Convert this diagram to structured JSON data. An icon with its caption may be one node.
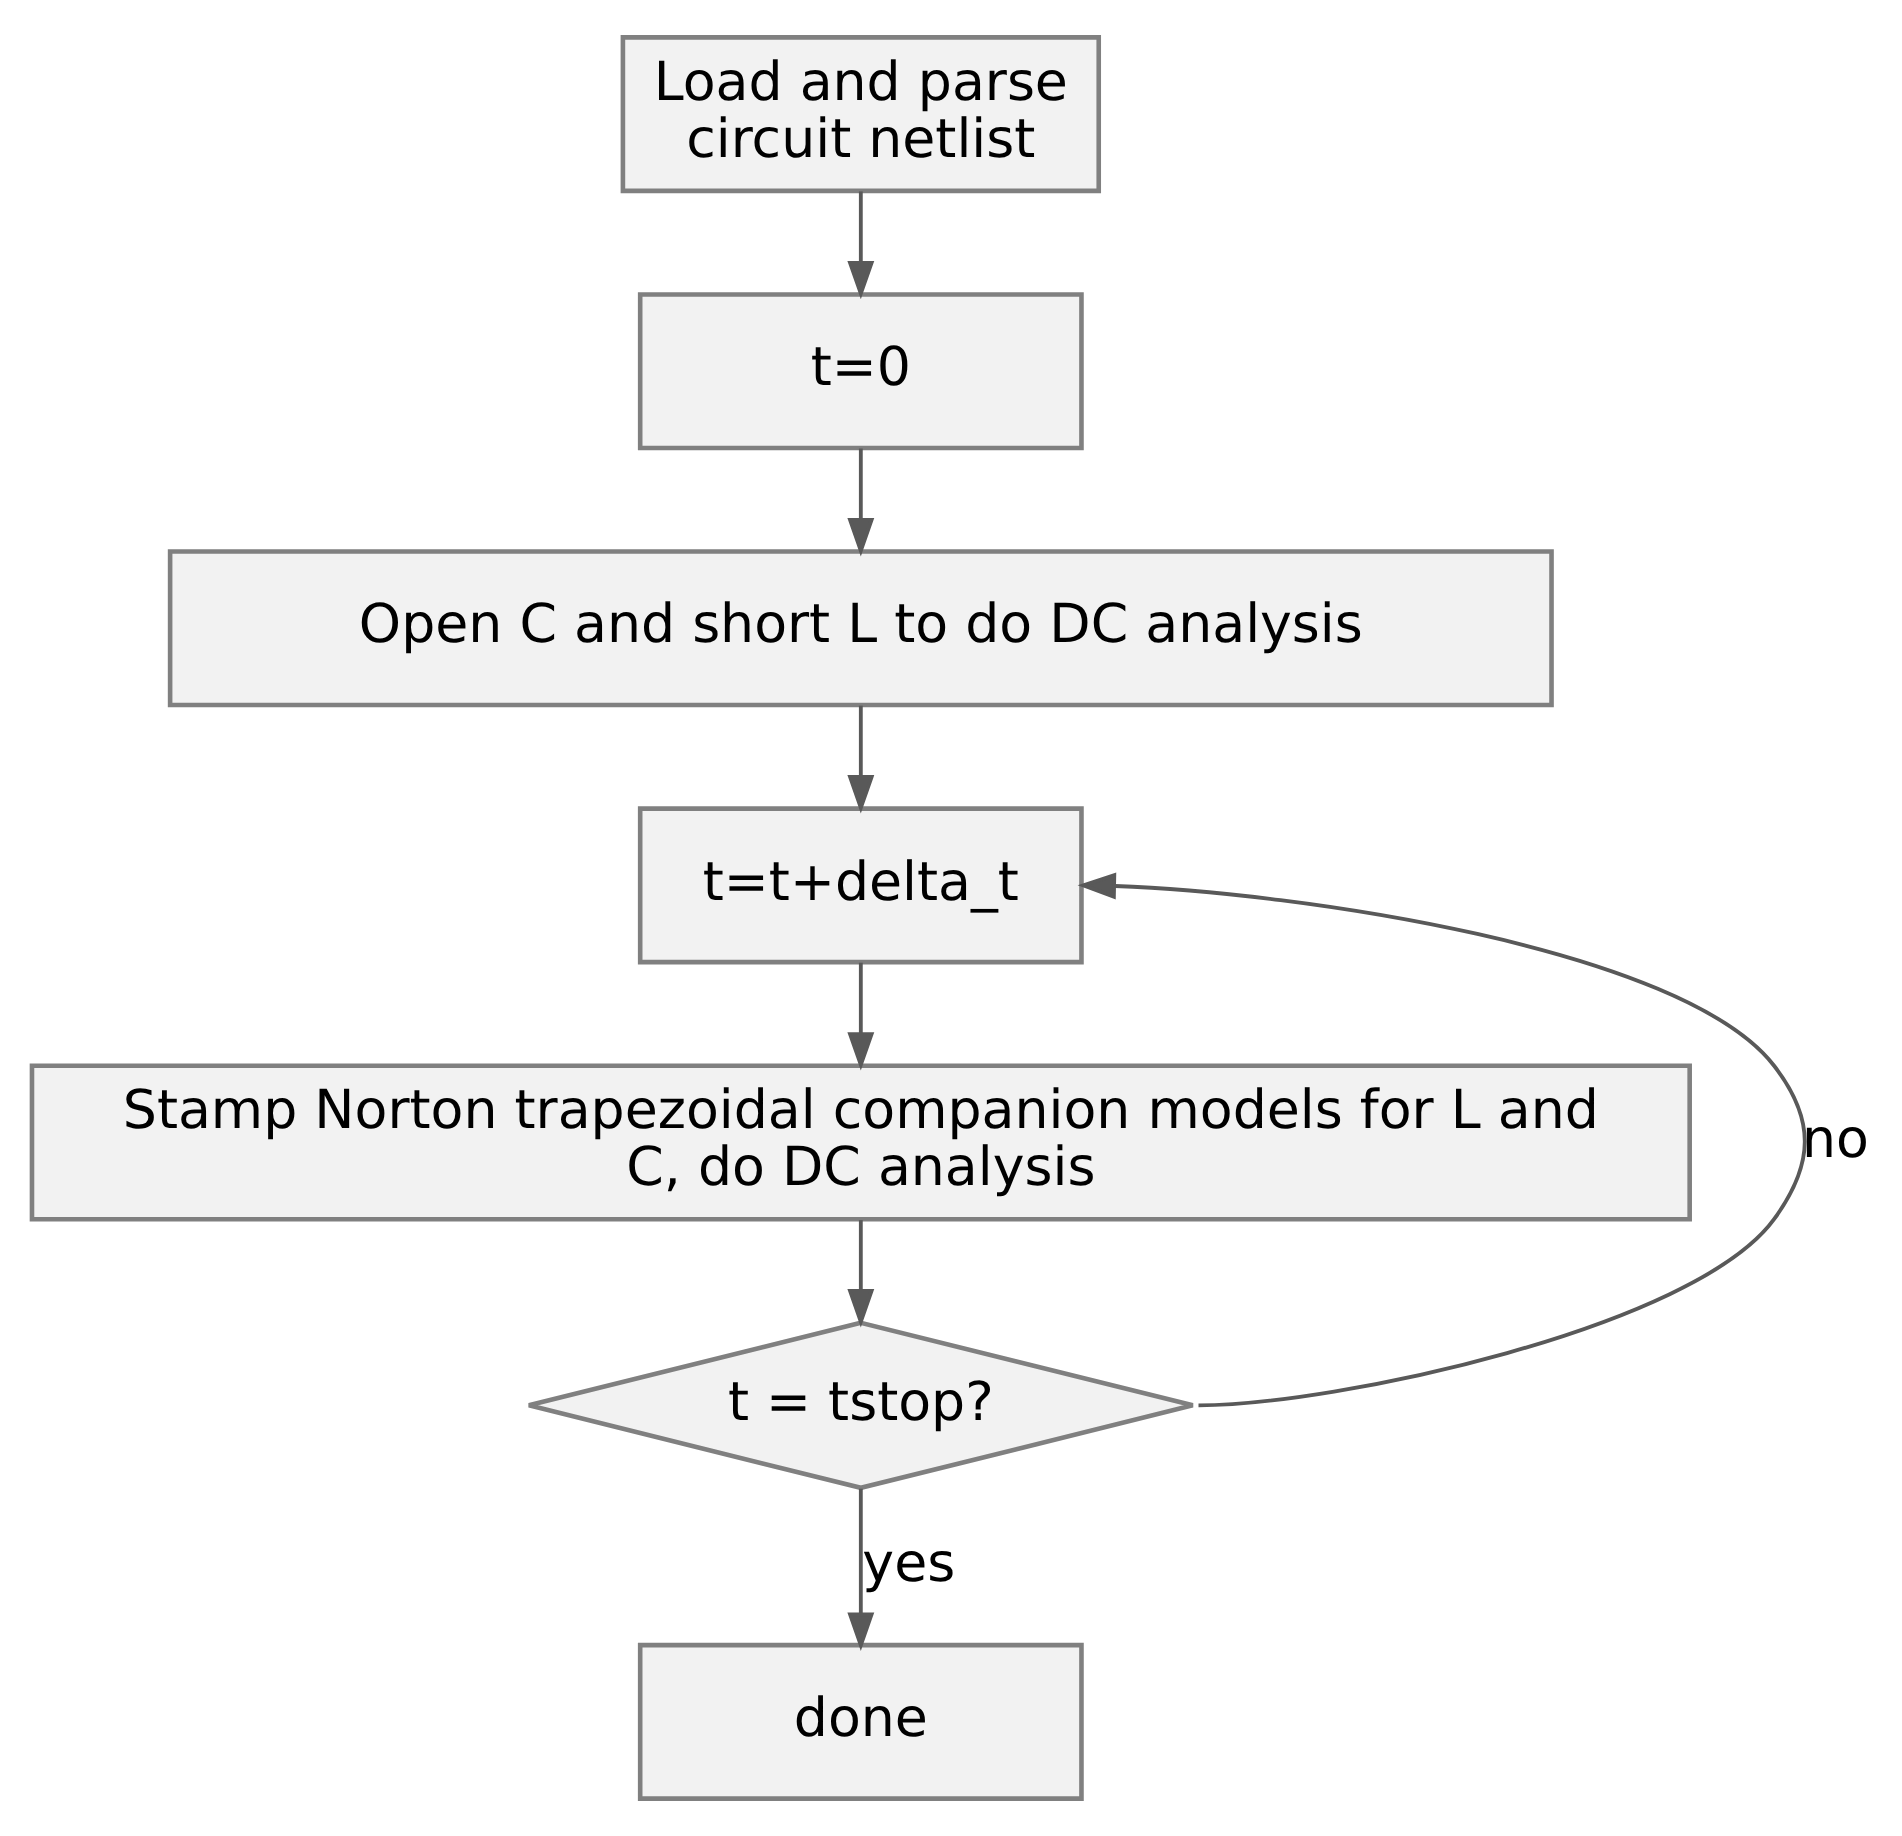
{
  "diagram": {
    "nodes": [
      {
        "text": [
          "Load and parse circuit netlist"
        ]
      },
      {
        "text": [
          "t=0"
        ]
      },
      {
        "text": [
          "Open C and short L to do DC analysis"
        ]
      },
      {
        "text": [
          "t=t+delta_t"
        ]
      },
      {
        "text": [
          "Stamp Norton trapezoidal companion models for L and C, do DC analysis"
        ]
      },
      {
        "text": [
          "t = tstop?"
        ]
      },
      {
        "text": [
          "done"
        ]
      }
    ],
    "edges": [
      {
        "from": 0,
        "to": 1,
        "arrow": "to"
      },
      {
        "from": 1,
        "to": 2,
        "arrow": "to"
      },
      {
        "from": 2,
        "to": 3,
        "arrow": "to"
      },
      {
        "from": 3,
        "to": 4,
        "arrow": "to"
      },
      {
        "from": 4,
        "to": 5,
        "arrow": "to"
      },
      {
        "from": 5,
        "to": 6,
        "label": "yes",
        "arrow": "to"
      },
      {
        "from": 5,
        "to": 3,
        "label": "no",
        "arrow": "to"
      }
    ]
  }
}
